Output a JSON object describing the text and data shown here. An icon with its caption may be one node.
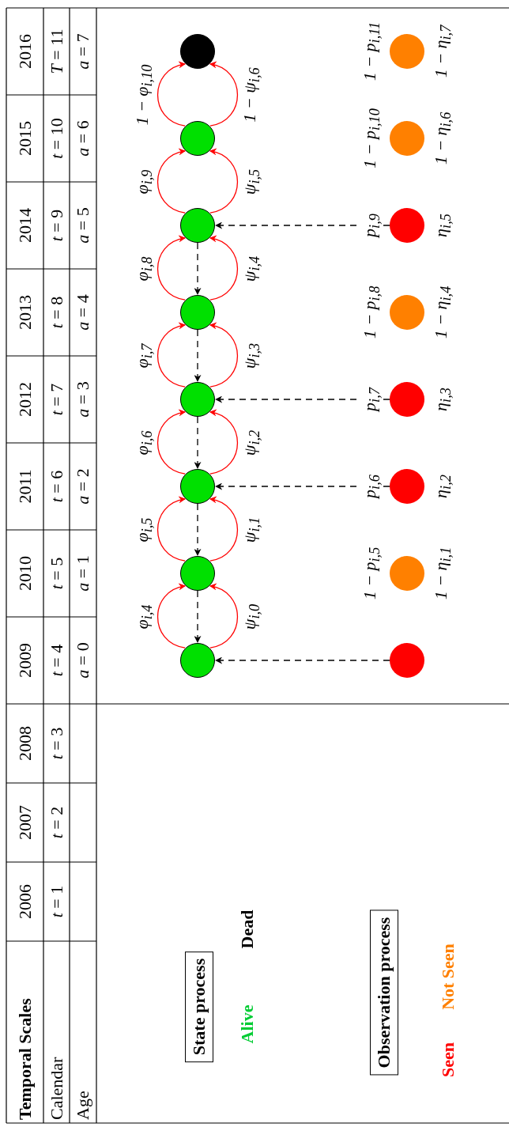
{
  "diagram": {
    "nodes": [
      {
        "text": [],
        "shape": "circle"
      },
      {
        "text": [],
        "shape": "circle"
      },
      {
        "text": [],
        "shape": "circle"
      },
      {
        "text": [],
        "shape": "circle"
      },
      {
        "text": [],
        "shape": "circle"
      },
      {
        "text": [],
        "shape": "circle"
      },
      {
        "text": [],
        "shape": "circle"
      },
      {
        "text": [],
        "shape": "circle"
      },
      {
        "text": [],
        "shape": "circle"
      },
      {
        "text": [],
        "shape": "circle",
        "beside": [
          "1 − p$_{i,5}$",
          "1 − η$_{i,1}$"
        ]
      },
      {
        "text": [],
        "shape": "circle",
        "beside": [
          "p$_{i,6}$",
          "η$_{i,2}$"
        ]
      },
      {
        "text": [],
        "shape": "circle",
        "beside": [
          "p$_{i,7}$",
          "η$_{i,3}$"
        ]
      },
      {
        "text": [],
        "shape": "circle",
        "beside": [
          "1 − p$_{i,8}$",
          "1 − η$_{i,4}$"
        ]
      },
      {
        "text": [],
        "shape": "circle",
        "beside": [
          "p$_{i,9}$",
          "η$_{i,5}$"
        ]
      },
      {
        "text": [],
        "shape": "circle",
        "beside": [
          "1 − p$_{i,10}$",
          "1 − η$_{i,6}$"
        ]
      },
      {
        "text": [],
        "shape": "circle",
        "beside": [
          "1 − p$_{i,11}$",
          "1 − η$_{i,7}$"
        ]
      }
    ],
    "edges": [
      {
        "from": 0,
        "to": 1,
        "arrow": "to",
        "label": "φ$_{i,4}$"
      },
      {
        "from": 0,
        "to": 1,
        "arrow": "to",
        "label": "ψ$_{i,0}$"
      },
      {
        "from": 1,
        "to": 2,
        "arrow": "to",
        "label": "φ$_{i,5}$"
      },
      {
        "from": 1,
        "to": 2,
        "arrow": "to",
        "label": "ψ$_{i,1}$"
      },
      {
        "from": 2,
        "to": 3,
        "arrow": "to",
        "label": "φ$_{i,6}$"
      },
      {
        "from": 2,
        "to": 3,
        "arrow": "to",
        "label": "ψ$_{i,2}$"
      },
      {
        "from": 3,
        "to": 4,
        "arrow": "to",
        "label": "φ$_{i,7}$"
      },
      {
        "from": 3,
        "to": 4,
        "arrow": "to",
        "label": "ψ$_{i,3}$"
      },
      {
        "from": 4,
        "to": 5,
        "arrow": "to",
        "label": "φ$_{i,8}$"
      },
      {
        "from": 4,
        "to": 5,
        "arrow": "to",
        "label": "ψ$_{i,4}$"
      },
      {
        "from": 5,
        "to": 6,
        "arrow": "to",
        "label": "φ$_{i,9}$"
      },
      {
        "from": 5,
        "to": 6,
        "arrow": "to",
        "label": "ψ$_{i,5}$"
      },
      {
        "from": 6,
        "to": 7,
        "arrow": "to",
        "label": "1 − φ$_{i,10}$"
      },
      {
        "from": 6,
        "to": 7,
        "arrow": "to",
        "label": "1 − ψ$_{i,6}$"
      },
      {
        "from": 1,
        "to": 0,
        "arrow": "to",
        "style": "dashed",
        "color": "#000000"
      },
      {
        "from": 2,
        "to": 1,
        "arrow": "to",
        "style": "dashed",
        "color": "#000000"
      },
      {
        "from": 3,
        "to": 2,
        "arrow": "to",
        "style": "dashed",
        "color": "#000000"
      },
      {
        "from": 4,
        "to": 3,
        "arrow": "to",
        "style": "dashed",
        "color": "#000000"
      },
      {
        "from": 5,
        "to": 4,
        "arrow": "to",
        "style": "dashed",
        "color": "#000000"
      },
      {
        "from": 8,
        "to": 0,
        "arrow": "to",
        "style": "dashed",
        "color": "#000000"
      },
      {
        "from": 10,
        "to": 2,
        "arrow": "to",
        "style": "dashed",
        "color": "#000000"
      },
      {
        "from": 11,
        "to": 3,
        "arrow": "to",
        "style": "dashed",
        "color": "#000000"
      },
      {
        "from": 13,
        "to": 5,
        "arrow": "to",
        "style": "dashed",
        "color": "#000000"
      }
    ],
    "labels": [
      "Temporal Scales",
      "2006",
      "2007",
      "2008",
      "2009",
      "2010",
      "2011",
      "2012",
      "2013",
      "2014",
      "2015",
      "2016",
      "Calendar",
      "*t* = 1",
      "*t* = 2",
      "*t* = 3",
      "*t* = 4",
      "*t* = 5",
      "*t* = 6",
      "*t* = 7",
      "*t* = 8",
      "*t* = 9",
      "*t* = 10",
      "*T* = 11",
      "Age",
      "*a* = 0",
      "*a* = 1",
      "*a* = 2",
      "*a* = 3",
      "*a* = 4",
      "*a* = 5",
      "*a* = 6",
      "*a* = 7",
      "State process",
      "Observation process"
    ],
    "legend": [
      {
        "text": "Alive",
        "color": "#00cc33"
      },
      {
        "text": "Dead",
        "color": "#000000"
      },
      {
        "text": "Seen",
        "color": "#ff0000"
      },
      {
        "text": "Not Seen",
        "color": "#ff8000"
      }
    ]
  }
}
